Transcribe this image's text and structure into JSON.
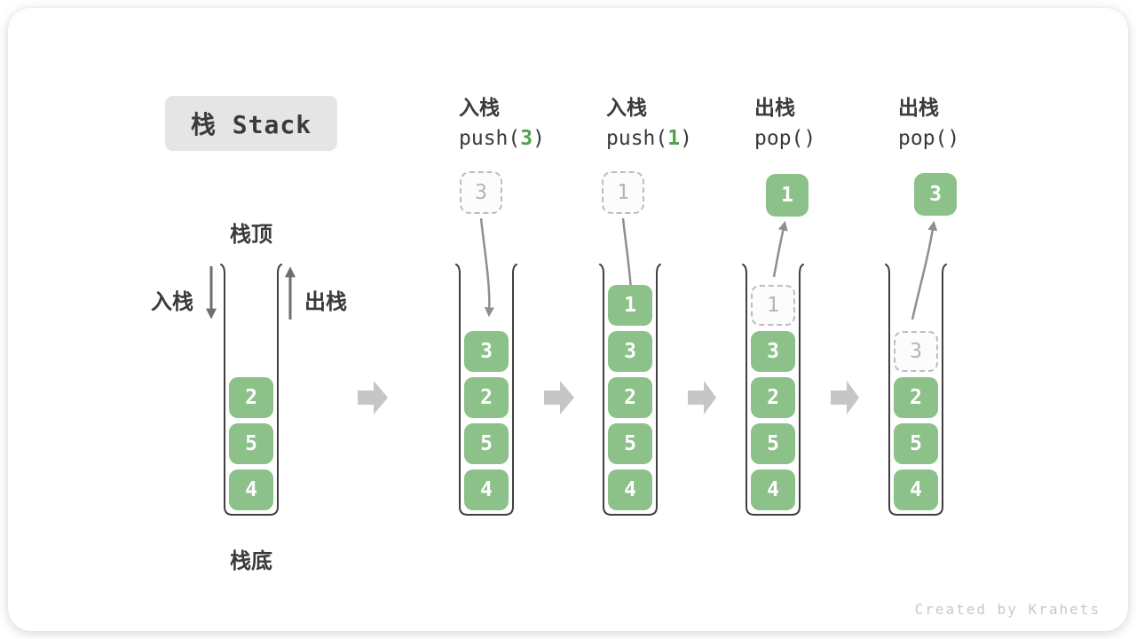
{
  "title": "栈 Stack",
  "watermark": "Created by Krahets",
  "labels": {
    "stack_top": "栈顶",
    "stack_bottom": "栈底",
    "push_side": "入栈",
    "pop_side": "出栈"
  },
  "colors": {
    "cell_green": "#8CC189",
    "code_accent_green": "#53A053",
    "title_box_bg": "#E5E5E5",
    "text_dark": "#3A3A3A",
    "ghost_border": "#BDBDBD",
    "ghost_text": "#B4B4B4",
    "flow_arrow": "#C6C6C6",
    "curve_arrow": "#8F8F8F"
  },
  "operations": [
    {
      "action": "入栈",
      "code_pre": "push(",
      "code_arg": "3",
      "code_post": ")"
    },
    {
      "action": "入栈",
      "code_pre": "push(",
      "code_arg": "1",
      "code_post": ")"
    },
    {
      "action": "出栈",
      "code_pre": "pop()",
      "code_arg": "",
      "code_post": ""
    },
    {
      "action": "出栈",
      "code_pre": "pop()",
      "code_arg": "",
      "code_post": ""
    }
  ],
  "stacks": [
    {
      "name": "initial",
      "cells": [
        {
          "value": "2"
        },
        {
          "value": "5"
        },
        {
          "value": "4"
        }
      ]
    },
    {
      "name": "after-push-3",
      "float": {
        "value": "3"
      },
      "cells": [
        {
          "value": "3"
        },
        {
          "value": "2"
        },
        {
          "value": "5"
        },
        {
          "value": "4"
        }
      ]
    },
    {
      "name": "after-push-1",
      "float": {
        "value": "1"
      },
      "cells": [
        {
          "value": "1"
        },
        {
          "value": "3"
        },
        {
          "value": "2"
        },
        {
          "value": "5"
        },
        {
          "value": "4"
        }
      ]
    },
    {
      "name": "after-pop-1",
      "float": {
        "value": "1"
      },
      "cells": [
        {
          "value": "1",
          "ghost": true
        },
        {
          "value": "3"
        },
        {
          "value": "2"
        },
        {
          "value": "5"
        },
        {
          "value": "4"
        }
      ]
    },
    {
      "name": "after-pop-3",
      "float": {
        "value": "3"
      },
      "cells": [
        {
          "value": "3",
          "ghost": true
        },
        {
          "value": "2"
        },
        {
          "value": "5"
        },
        {
          "value": "4"
        }
      ]
    }
  ]
}
